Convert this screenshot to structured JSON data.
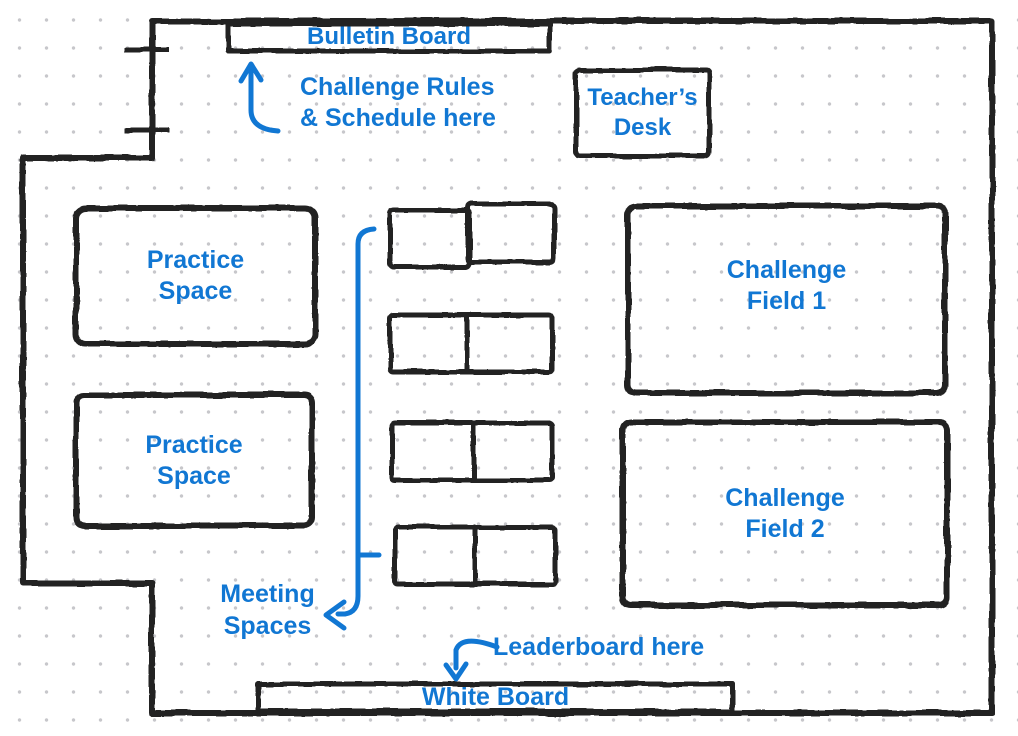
{
  "colors": {
    "annotation_blue": "#1177d3",
    "wall_color": "#212121",
    "dot_color": "#c7c7cb"
  },
  "labels": {
    "bulletin_board": "Bulletin Board",
    "rules_note": {
      "line1": "Challenge Rules",
      "line2": "& Schedule here"
    },
    "teachers_desk": {
      "line1": "Teacher’s",
      "line2": "Desk"
    },
    "practice_space_1": {
      "line1": "Practice",
      "line2": "Space"
    },
    "practice_space_2": {
      "line1": "Practice",
      "line2": "Space"
    },
    "challenge_field_1": {
      "line1": "Challenge",
      "line2": "Field 1"
    },
    "challenge_field_2": {
      "line1": "Challenge",
      "line2": "Field 2"
    },
    "meeting_spaces": {
      "line1": "Meeting",
      "line2": "Spaces"
    },
    "leaderboard_note": "Leaderboard here",
    "white_board": "White Board"
  }
}
